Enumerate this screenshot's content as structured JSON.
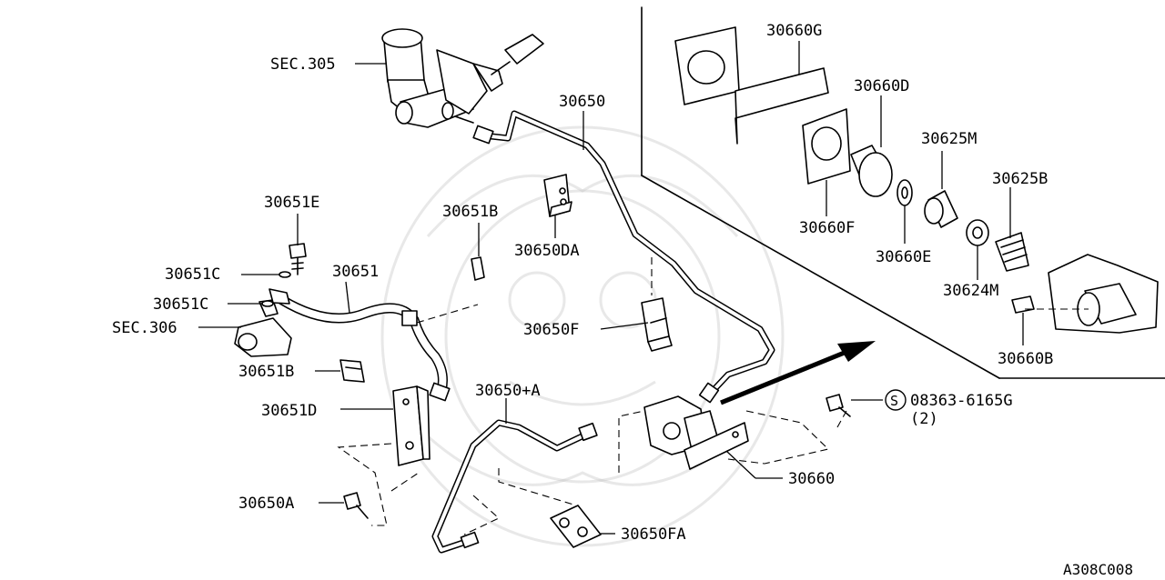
{
  "diagram": {
    "code": "A308C008",
    "callouts": {
      "sec_305": "SEC.305",
      "sec_306": "SEC.306",
      "p30650": "30650",
      "p30650_plus_a": "30650+A",
      "p30650a": "30650A",
      "p30650da": "30650DA",
      "p30650f": "30650F",
      "p30650fa": "30650FA",
      "p30651": "30651",
      "p30651b_upper": "30651B",
      "p30651b_lower": "30651B",
      "p30651c_upper": "30651C",
      "p30651c_lower": "30651C",
      "p30651d": "30651D",
      "p30651e": "30651E",
      "p30660": "30660",
      "p30660g": "30660G",
      "p30660d": "30660D",
      "p30660f": "30660F",
      "p30660e": "30660E",
      "p30660b": "30660B",
      "p30625m": "30625M",
      "p30625b": "30625B",
      "p30624m": "30624M",
      "bolt_code": "08363-6165G",
      "bolt_qty": "(2)",
      "bolt_symbol": "S"
    }
  }
}
